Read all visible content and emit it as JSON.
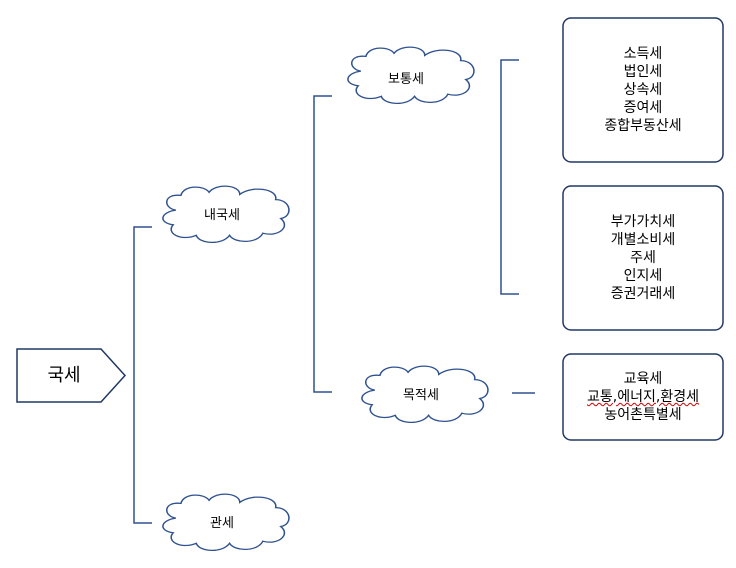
{
  "root": {
    "label": "국세"
  },
  "domestic": {
    "label": "내국세"
  },
  "customs": {
    "label": "관세"
  },
  "ordinary": {
    "label": "보통세"
  },
  "purpose": {
    "label": "목적세"
  },
  "ordinary_group_1": {
    "items": [
      "소득세",
      "법인세",
      "상속세",
      "증여세",
      "종합부동산세"
    ]
  },
  "ordinary_group_2": {
    "items": [
      "부가가치세",
      "개별소비세",
      "주세",
      "인지세",
      "증권거래세"
    ]
  },
  "purpose_group": {
    "items": [
      "교육세",
      "교통,에너지,환경세",
      "농어촌특별세"
    ]
  },
  "colors": {
    "line": "#2f528f",
    "box_border": "#203864",
    "text": "#000000"
  }
}
